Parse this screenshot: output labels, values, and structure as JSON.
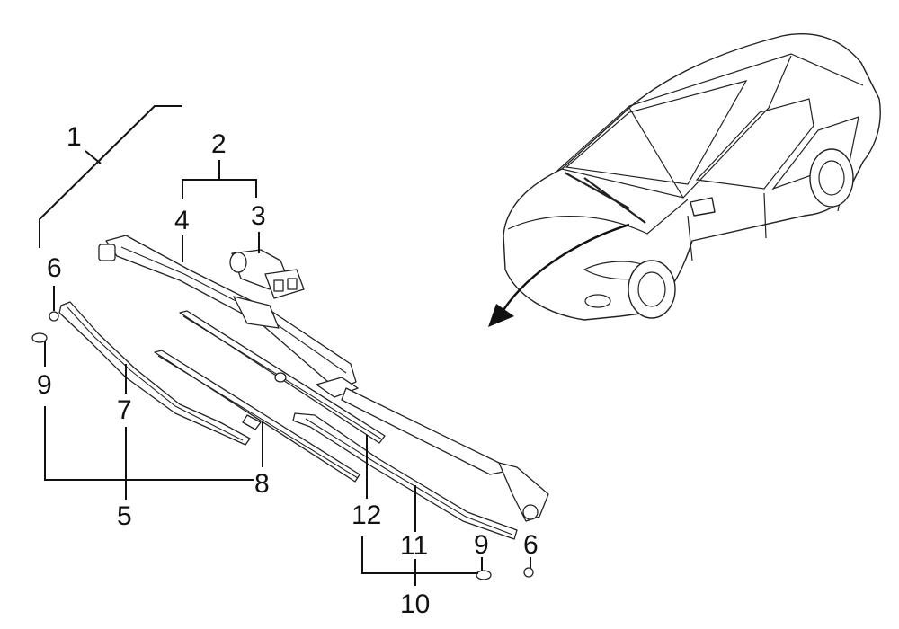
{
  "callouts": {
    "c1": "1",
    "c2": "2",
    "c3": "3",
    "c4": "4",
    "c5": "5",
    "c6_left": "6",
    "c6_right": "6",
    "c7": "7",
    "c8": "8",
    "c9_left": "9",
    "c9_right": "9",
    "c10": "10",
    "c11": "11",
    "c12": "12"
  }
}
